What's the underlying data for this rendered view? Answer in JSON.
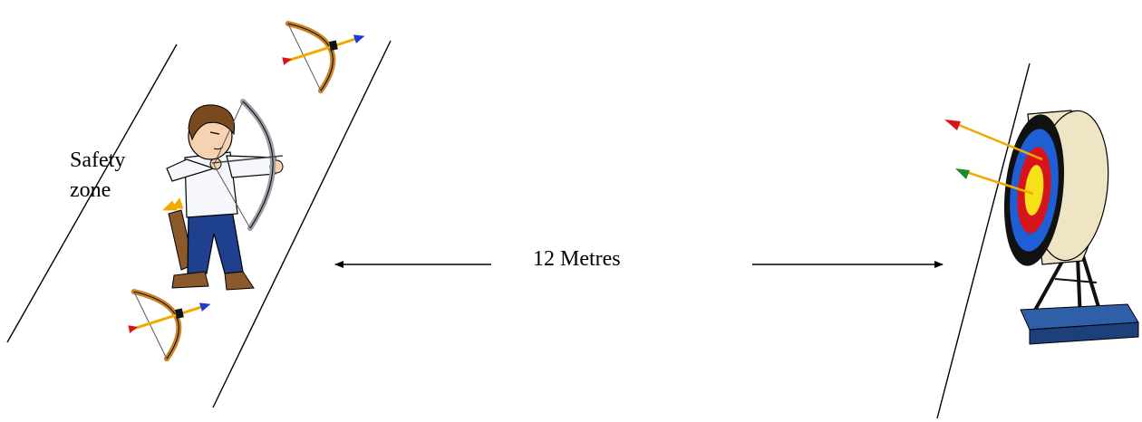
{
  "safety_zone": {
    "line1": "Safety",
    "line2": "zone"
  },
  "distance": {
    "label": "12 Metres"
  },
  "colors": {
    "target_gold": "#f5e21a",
    "target_red": "#d7141b",
    "target_blue": "#1f5fd6",
    "target_black": "#111111",
    "straw_boss": "#efe4c4",
    "stand_base": "#2f5fa8",
    "bow_wood": "#c8842a",
    "arrow_shaft": "#f2a900",
    "arrow_head": "#1b3bd6",
    "skin": "#f6d2b0",
    "hair": "#7a4a1f",
    "shirt": "#f6f7fb",
    "trousers": "#1f3f8f",
    "boots": "#8a5a2a",
    "quiver": "#8a5a2a",
    "fletch_red": "#d7141b",
    "fletch_green": "#1a8a2e"
  }
}
